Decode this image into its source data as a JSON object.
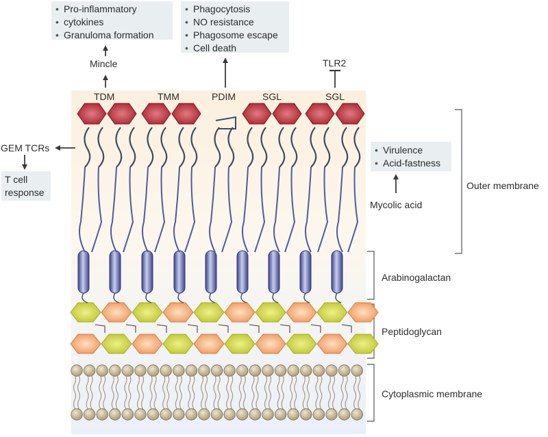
{
  "lipids": [
    "TDM",
    "TMM",
    "PDIM",
    "SGL",
    "SGL"
  ],
  "receptors": {
    "mincle": "Mincle",
    "tlr2": "TLR2",
    "gem_tcrs": "GEM TCRs"
  },
  "boxes": {
    "mincle_effects": [
      "Pro-inflammatory",
      "cytokines",
      "Granuloma formation"
    ],
    "pdim_effects": [
      "Phagocytosis",
      "NO resistance",
      "Phagosome escape",
      "Cell death"
    ],
    "mycolic_effects": [
      "Virulence",
      "Acid-fastness"
    ],
    "t_cell": [
      "T cell",
      "response"
    ]
  },
  "mycolic_label": "Mycolic acid",
  "layers": [
    "Outer membrane",
    "Arabinogalactan",
    "Peptidoglycan",
    "Cytoplasmic membrane"
  ],
  "colors": {
    "head_red": "#b52a36",
    "pg_green": "#c9d13a",
    "pg_orange": "#f0a36a",
    "ag_blue": "#5c66ad",
    "chain": "#3e4a66",
    "lipid_bead": "#b8a98a",
    "box_bg": "#e9eef1"
  }
}
